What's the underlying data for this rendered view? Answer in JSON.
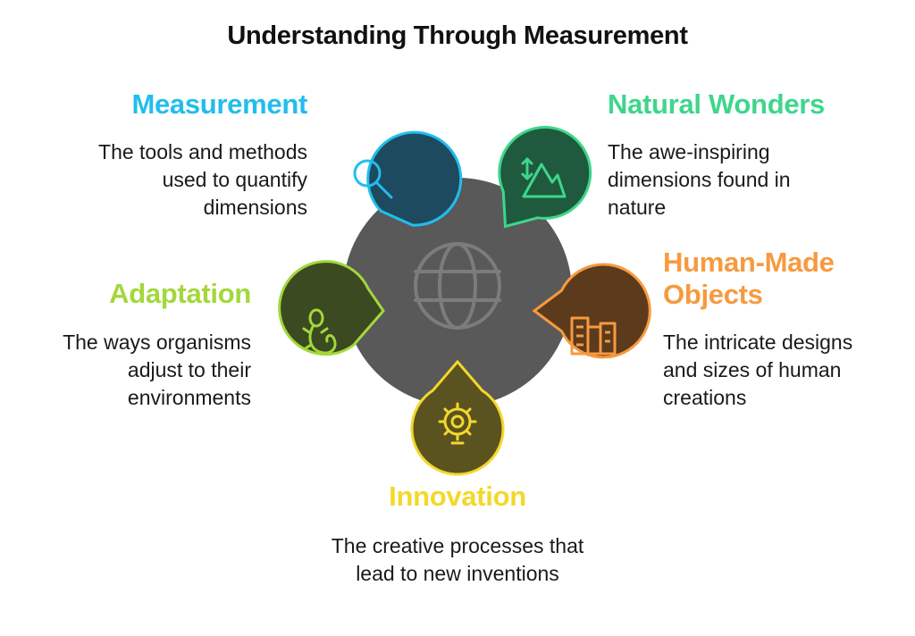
{
  "title": "Understanding Through Measurement",
  "center": {
    "icon": "globe-icon",
    "fill": "#595959"
  },
  "items": [
    {
      "key": "measurement",
      "heading": "Measurement",
      "description": "The tools and methods used to quantify dimensions",
      "color": "#21bdee",
      "fill": "#1d4a5e",
      "icon": "magnifier-icon"
    },
    {
      "key": "natural-wonders",
      "heading": "Natural Wonders",
      "description": "The awe-inspiring dimensions found in nature",
      "color": "#3ed68b",
      "fill": "#1f5a3e",
      "icon": "mountain-icon"
    },
    {
      "key": "human-made-objects",
      "heading": "Human-Made Objects",
      "description": "The intricate designs and sizes of human creations",
      "color": "#f69a3f",
      "fill": "#5c3a1c",
      "icon": "buildings-icon"
    },
    {
      "key": "innovation",
      "heading": "Innovation",
      "description": "The creative processes that lead to new inventions",
      "color": "#f4d82a",
      "fill": "#5a5320",
      "icon": "gear-bulb-icon"
    },
    {
      "key": "adaptation",
      "heading": "Adaptation",
      "description": "The ways organisms adjust to their environments",
      "color": "#a3d83c",
      "fill": "#3b4a20",
      "icon": "lizard-icon"
    }
  ]
}
